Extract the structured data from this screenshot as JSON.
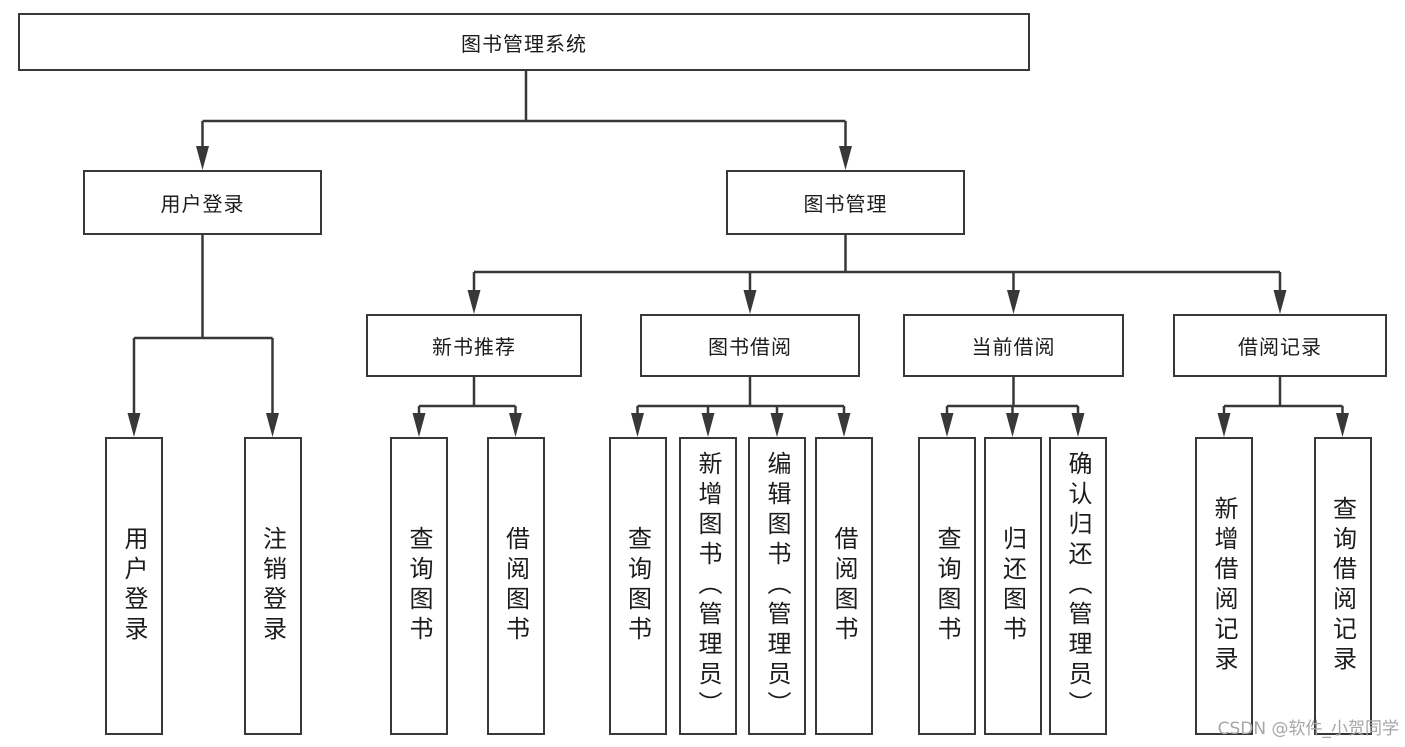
{
  "diagram_title": "图书管理系统",
  "tree": {
    "root": {
      "label": "图书管理系统"
    },
    "branches": [
      {
        "label": "用户登录",
        "leaves": [
          "用户登录",
          "注销登录"
        ]
      },
      {
        "label": "图书管理",
        "groups": [
          {
            "label": "新书推荐",
            "leaves": [
              "查询图书",
              "借阅图书"
            ]
          },
          {
            "label": "图书借阅",
            "leaves": [
              "查询图书",
              "新增图书（管理员）",
              "编辑图书（管理员）",
              "借阅图书"
            ]
          },
          {
            "label": "当前借阅",
            "leaves": [
              "查询图书",
              "归还图书",
              "确认归还（管理员）"
            ]
          },
          {
            "label": "借阅记录",
            "leaves": [
              "新增借阅记录",
              "查询借阅记录"
            ]
          }
        ]
      }
    ]
  },
  "watermark": {
    "text": "CSDN @软件_小贺同学",
    "color": "#a6a6a6"
  },
  "colors": {
    "line": "#383838",
    "box_border": "#383838",
    "box_fill": "#ffffff",
    "text": "#1c1c1c",
    "background": "#ffffff"
  }
}
